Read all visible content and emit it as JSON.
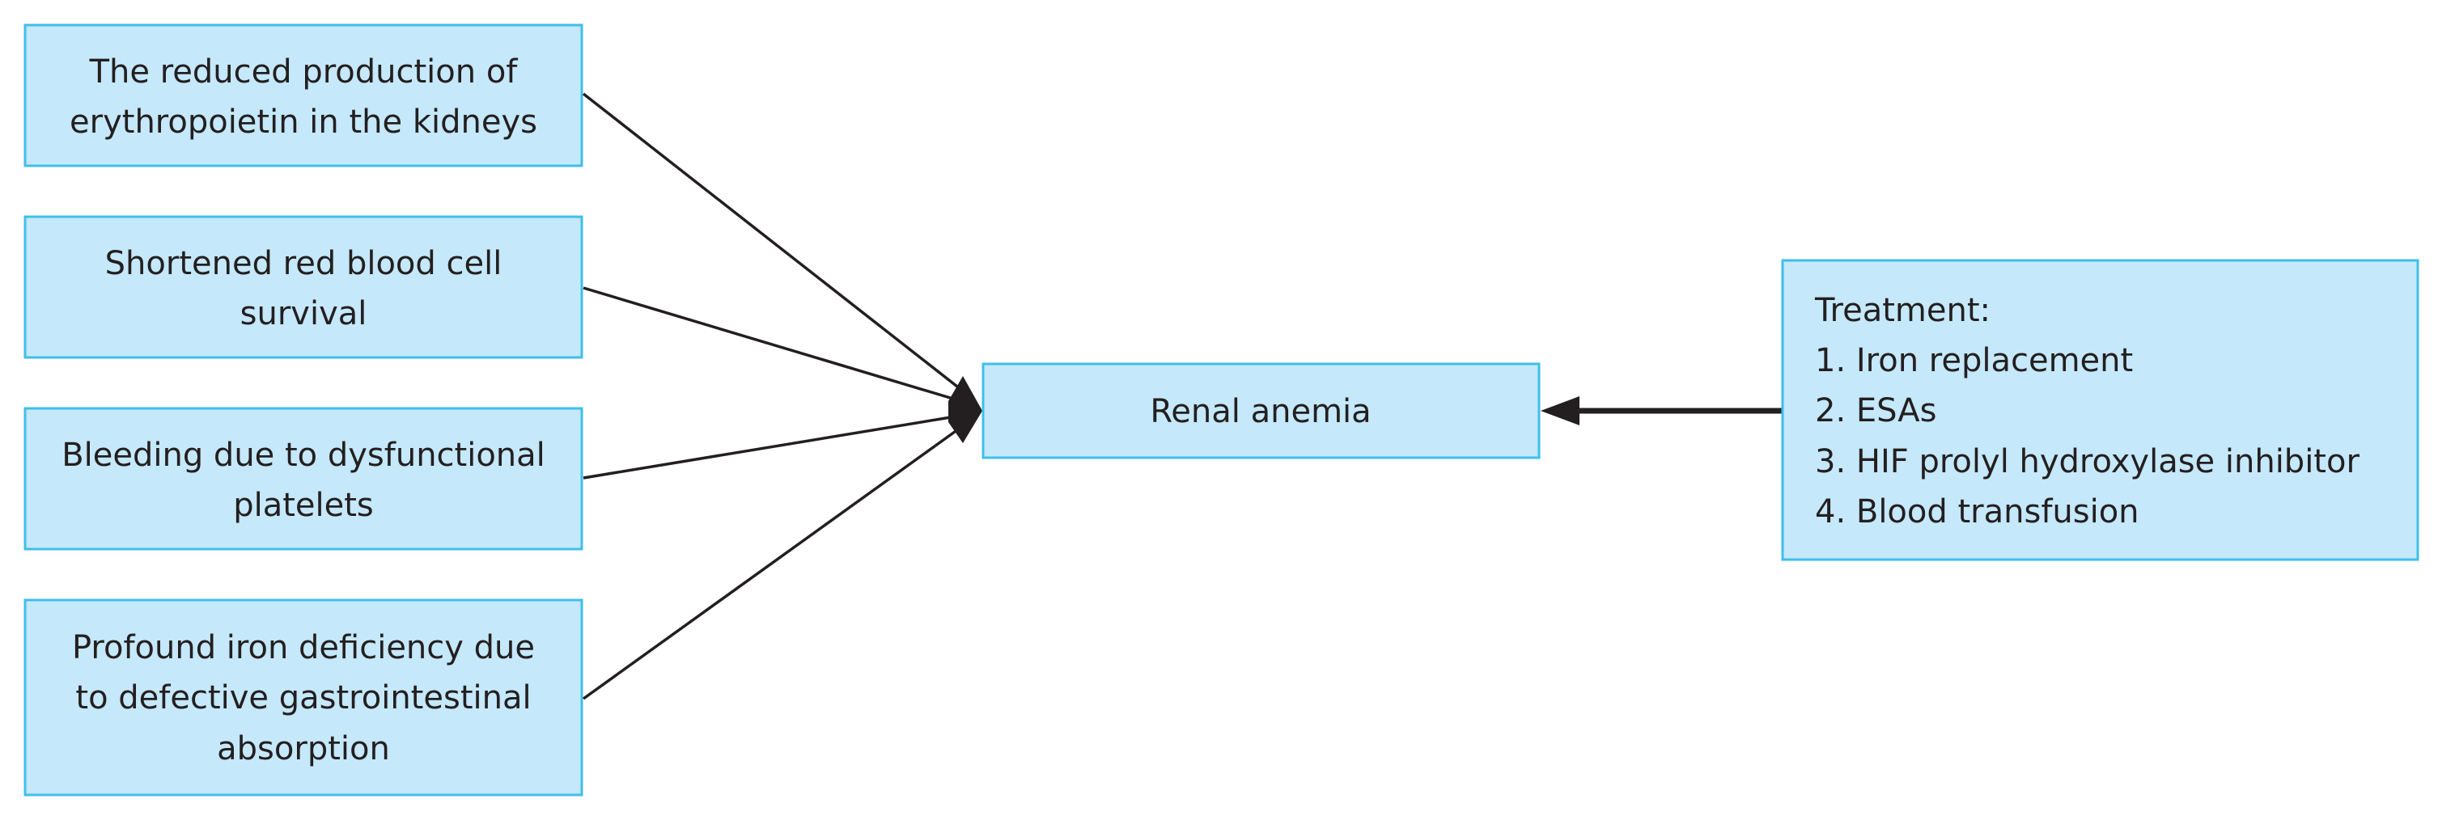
{
  "causes": [
    {
      "lines": [
        "The reduced production of",
        "erythropoietin in the kidneys"
      ]
    },
    {
      "lines": [
        "Shortened red blood cell",
        "survival"
      ]
    },
    {
      "lines": [
        "Bleeding due to dysfunctional",
        "platelets"
      ]
    },
    {
      "lines": [
        "Profound iron deficiency due",
        "to defective gastrointestinal",
        "absorption"
      ]
    }
  ],
  "center": {
    "label": "Renal anemia"
  },
  "treatment": {
    "lines": [
      "Treatment:",
      "1. Iron replacement",
      "2. ESAs",
      "3. HIF prolyl hydroxylase inhibitor",
      "4. Blood transfusion"
    ]
  },
  "colors": {
    "box_fill": "#c5e8fa",
    "box_border": "#3fbfea",
    "text": "#231f20"
  }
}
